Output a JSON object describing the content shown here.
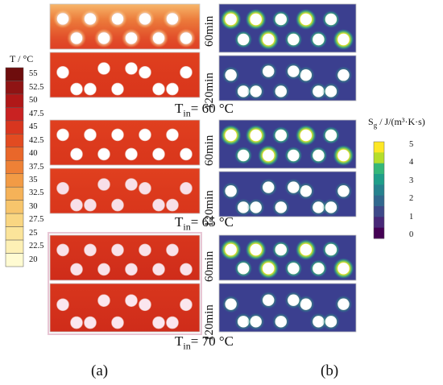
{
  "temperature_colorbar": {
    "title": "T / °C",
    "ticks": [
      "55",
      "52.5",
      "50",
      "47.5",
      "45",
      "42.5",
      "40",
      "37.5",
      "35",
      "32.5",
      "30",
      "27.5",
      "25",
      "22.5",
      "20"
    ],
    "colors": [
      "#6e0d0d",
      "#8f1414",
      "#b01818",
      "#c92222",
      "#d8361f",
      "#e24b21",
      "#e9672a",
      "#ee8136",
      "#f29b45",
      "#f5b258",
      "#f7c56c",
      "#f9d682",
      "#fbe49a",
      "#fdf0b5",
      "#fffbd2"
    ]
  },
  "entropy_colorbar": {
    "title_main": "S",
    "title_sub": "g",
    "title_rest": " / J/(m³·K·s)",
    "ticks": [
      "5",
      "4",
      "3",
      "2",
      "1",
      "0"
    ],
    "colors": [
      "#fde725",
      "#b5de2b",
      "#35b779",
      "#1f9e89",
      "#26828e",
      "#31688e",
      "#3e4989",
      "#482878",
      "#440154"
    ]
  },
  "conditions": [
    {
      "prefix": "T",
      "sub": "in",
      "value": "= 60 °C"
    },
    {
      "prefix": "T",
      "sub": "in",
      "value": "= 65 °C"
    },
    {
      "prefix": "T",
      "sub": "in",
      "value": "= 70 °C"
    }
  ],
  "time_labels": [
    "60min",
    "120min"
  ],
  "panel_labels": [
    "(a)",
    "(b)"
  ]
}
